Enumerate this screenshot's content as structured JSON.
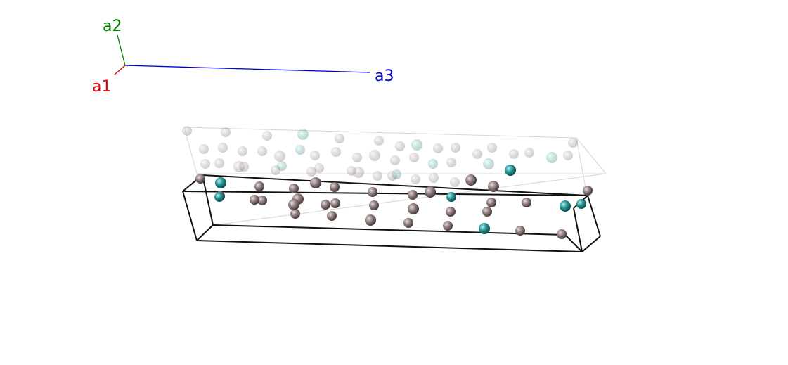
{
  "axes": {
    "a1": {
      "label": "a1",
      "color": "#e00000"
    },
    "a2": {
      "label": "a2",
      "color": "#008000"
    },
    "a3": {
      "label": "a3",
      "color": "#0000d0"
    }
  },
  "atom_colors": {
    "grey": "#8f7c7c",
    "teal": "#2f9d9d"
  },
  "atoms": [
    [
      "grey",
      0.25
    ],
    [
      "grey",
      0.25
    ],
    [
      "grey",
      0.25
    ],
    [
      "teal",
      0.25
    ],
    [
      "grey",
      0.25
    ],
    [
      "grey",
      0.25
    ],
    [
      "grey",
      0.25
    ],
    [
      "teal",
      0.25
    ],
    [
      "grey",
      0.25
    ],
    [
      "grey",
      0.25
    ],
    [
      "grey",
      0.25
    ],
    [
      "grey",
      0.25
    ],
    [
      "grey",
      0.25
    ],
    [
      "teal",
      0.25
    ],
    [
      "grey",
      0.25
    ],
    [
      "grey",
      0.25
    ],
    [
      "grey",
      0.25
    ],
    [
      "grey",
      0.25
    ],
    [
      "grey",
      0.25
    ],
    [
      "grey",
      0.25
    ],
    [
      "grey",
      0.25
    ],
    [
      "teal",
      0.25
    ],
    [
      "grey",
      0.25
    ],
    [
      "grey",
      0.25
    ],
    [
      "grey",
      0.25
    ],
    [
      "grey",
      0.25
    ],
    [
      "grey",
      0.25
    ],
    [
      "grey",
      0.25
    ],
    [
      "teal",
      0.25
    ],
    [
      "grey",
      0.25
    ],
    [
      "grey",
      0.25
    ],
    [
      "teal",
      0.25
    ],
    [
      "grey",
      0.25
    ],
    [
      "grey",
      0.25
    ],
    [
      "grey",
      0.25
    ],
    [
      "grey",
      0.25
    ],
    [
      "grey",
      0.25
    ],
    [
      "teal",
      0.25
    ],
    [
      "grey",
      0.25
    ],
    [
      "grey",
      0.25
    ],
    [
      "grey",
      0.25
    ],
    [
      "grey",
      0.25
    ],
    [
      "grey",
      0.25
    ],
    [
      "grey",
      0.25
    ],
    [
      "teal",
      0.25
    ],
    [
      "grey",
      0.25
    ],
    [
      "grey",
      0.25
    ],
    [
      "grey",
      0.25
    ],
    [
      "grey",
      1
    ],
    [
      "teal",
      1
    ],
    [
      "grey",
      1
    ],
    [
      "grey",
      1
    ],
    [
      "grey",
      1
    ],
    [
      "grey",
      1
    ],
    [
      "grey",
      1
    ],
    [
      "teal",
      1
    ],
    [
      "grey",
      1
    ],
    [
      "grey",
      1
    ],
    [
      "grey",
      1
    ],
    [
      "grey",
      1
    ],
    [
      "grey",
      1
    ],
    [
      "grey",
      1
    ],
    [
      "grey",
      1
    ],
    [
      "grey",
      1
    ],
    [
      "grey",
      1
    ],
    [
      "grey",
      1
    ],
    [
      "grey",
      1
    ],
    [
      "teal",
      1
    ],
    [
      "grey",
      1
    ],
    [
      "grey",
      1
    ],
    [
      "grey",
      1
    ],
    [
      "grey",
      1
    ],
    [
      "grey",
      1
    ],
    [
      "teal",
      1
    ],
    [
      "grey",
      1
    ],
    [
      "grey",
      1
    ],
    [
      "grey",
      1
    ],
    [
      "grey",
      1
    ],
    [
      "grey",
      1
    ],
    [
      "grey",
      1
    ],
    [
      "teal",
      1
    ],
    [
      "grey",
      1
    ],
    [
      "teal",
      1
    ],
    [
      "grey",
      1
    ],
    [
      "grey",
      1
    ],
    [
      "teal",
      1
    ],
    [
      "grey",
      1
    ]
  ]
}
